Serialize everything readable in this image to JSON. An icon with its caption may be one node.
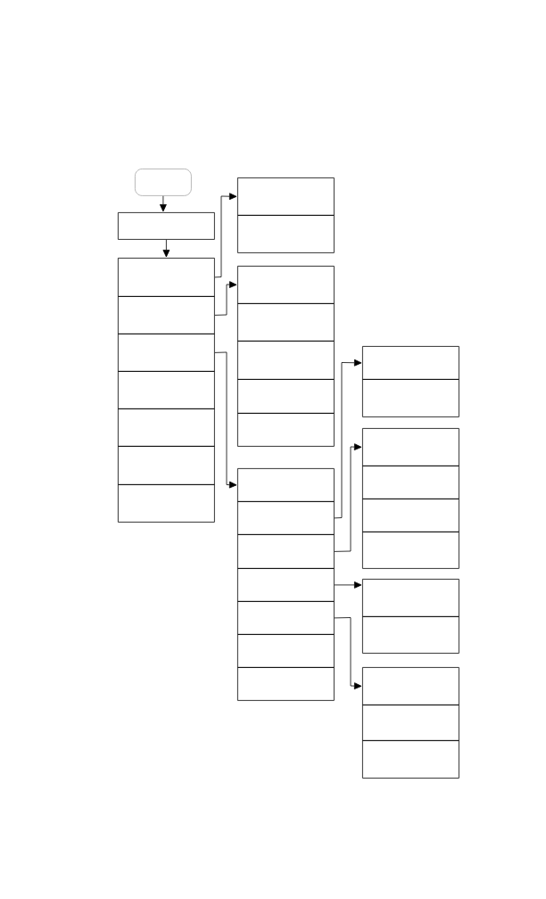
{
  "diagram": {
    "nodes": [
      {
        "text": [],
        "shape": "oval"
      },
      {
        "text": [],
        "shape": "box"
      },
      {
        "text": [],
        "shape": "box"
      },
      {
        "text": [],
        "shape": "box"
      },
      {
        "text": [],
        "shape": "box"
      },
      {
        "text": [],
        "shape": "box"
      },
      {
        "text": [],
        "shape": "box"
      },
      {
        "text": [],
        "shape": "box"
      },
      {
        "text": [],
        "shape": "box"
      },
      {
        "text": [],
        "shape": "box"
      },
      {
        "text": [],
        "shape": "box"
      },
      {
        "text": [],
        "shape": "box"
      },
      {
        "text": [],
        "shape": "box"
      },
      {
        "text": [],
        "shape": "box"
      },
      {
        "text": [],
        "shape": "box"
      },
      {
        "text": [],
        "shape": "box"
      },
      {
        "text": [],
        "shape": "box"
      },
      {
        "text": [],
        "shape": "box"
      },
      {
        "text": [],
        "shape": "box"
      },
      {
        "text": [],
        "shape": "box"
      },
      {
        "text": [],
        "shape": "box"
      },
      {
        "text": [],
        "shape": "box"
      },
      {
        "text": [],
        "shape": "box"
      },
      {
        "text": [],
        "shape": "box"
      },
      {
        "text": [],
        "shape": "box"
      },
      {
        "text": [],
        "shape": "box"
      },
      {
        "text": [],
        "shape": "box"
      },
      {
        "text": [],
        "shape": "box"
      },
      {
        "text": [],
        "shape": "box"
      },
      {
        "text": [],
        "shape": "box"
      },
      {
        "text": [],
        "shape": "box"
      },
      {
        "text": [],
        "shape": "box"
      },
      {
        "text": [],
        "shape": "box"
      },
      {
        "text": [],
        "shape": "box"
      }
    ],
    "edges": [
      {
        "from": 0,
        "to": 1,
        "arrow": "to"
      },
      {
        "from": 1,
        "to": 2,
        "arrow": "to"
      },
      {
        "from": 2,
        "to": 9,
        "arrow": "to"
      },
      {
        "from": 3,
        "to": 11,
        "arrow": "to"
      },
      {
        "from": 4,
        "to": 16,
        "arrow": "to"
      },
      {
        "from": 17,
        "to": 23,
        "arrow": "to"
      },
      {
        "from": 18,
        "to": 25,
        "arrow": "to"
      },
      {
        "from": 19,
        "to": 29,
        "arrow": "to"
      },
      {
        "from": 20,
        "to": 31,
        "arrow": "to"
      }
    ]
  }
}
